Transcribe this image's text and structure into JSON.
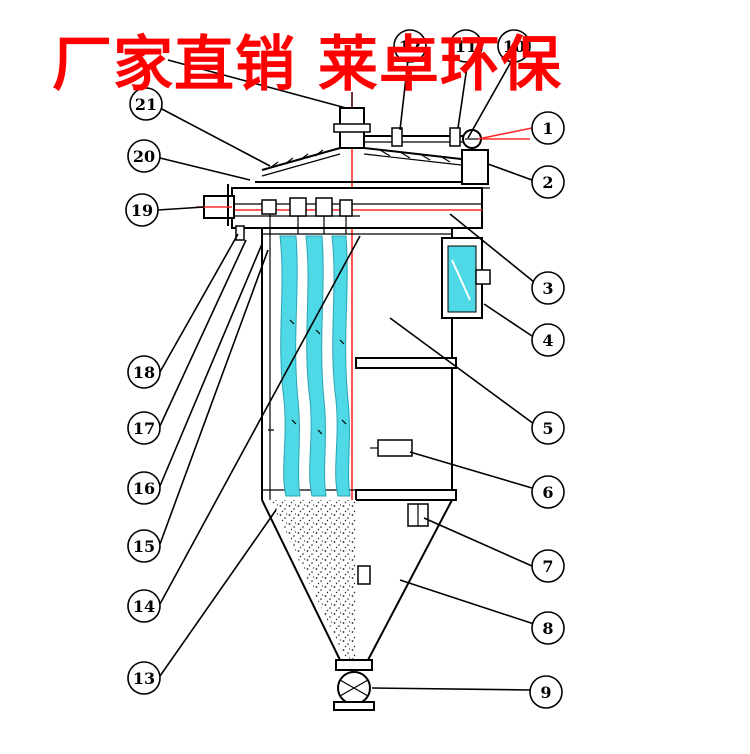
{
  "banner": {
    "text": "厂家直销 莱卓环保",
    "color": "#ff0000"
  },
  "diagram": {
    "callouts": [
      "1",
      "2",
      "3",
      "4",
      "5",
      "6",
      "7",
      "8",
      "9",
      "10",
      "11",
      "12",
      "13",
      "14",
      "15",
      "16",
      "17",
      "18",
      "19",
      "20",
      "21"
    ],
    "colors": {
      "line": "#000000",
      "axis": "#ff2a2a",
      "bag_fill": "#4fd8e6",
      "dust": "#222222"
    }
  }
}
